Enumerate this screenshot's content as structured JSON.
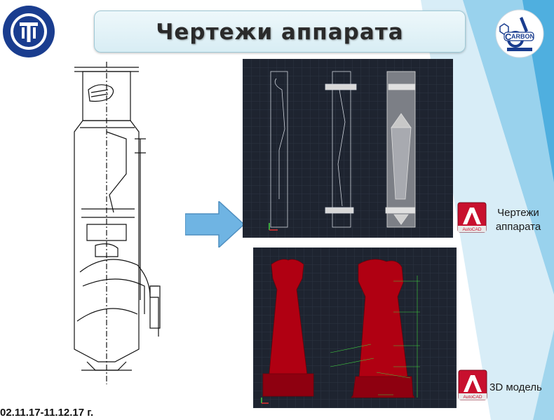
{
  "slide": {
    "title": "Чертежи аппарата",
    "date_range": "02.11.17-11.12.17 г.",
    "label_drawings": "Чертежи аппарата",
    "label_model": "3D модель",
    "autocad_text": "AutoCAD",
    "carbon_text": "ARBON",
    "carbon_letter": "C"
  },
  "colors": {
    "accent_blue": "#5aa9d6",
    "cad_background": "#1e2430",
    "model_red": "#b00012",
    "autocad_red": "#c8102e"
  },
  "icons": {
    "left_logo": "university-emblem-icon",
    "right_logo": "carbon-microscope-icon",
    "arrow": "right-arrow-icon",
    "autocad": "autocad-logo-icon"
  }
}
